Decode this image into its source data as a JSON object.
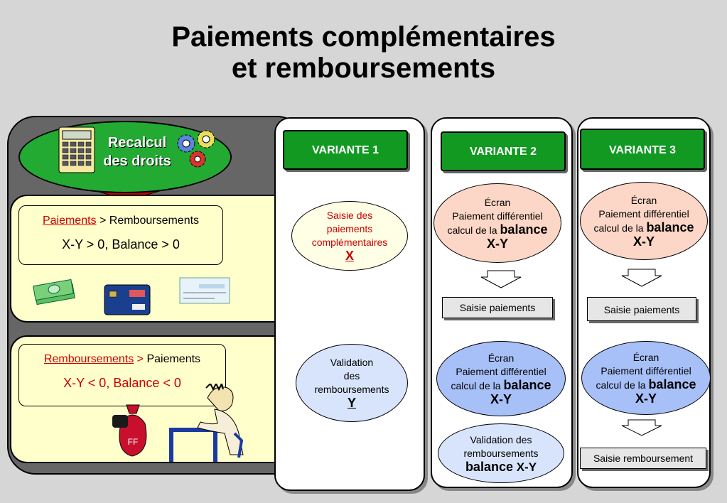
{
  "title": {
    "line1": "Paiements complémentaires",
    "line2": "et remboursements"
  },
  "recalc": {
    "line1": "Recalcul",
    "line2": "des droits"
  },
  "left": {
    "payments_rule": {
      "word1": "Paiements",
      "sep": " > ",
      "word2": "Remboursements",
      "formula": "X-Y > 0, Balance > 0"
    },
    "refunds_rule": {
      "word1": "Remboursements",
      "sep": " > ",
      "word2": "Paiements",
      "formula": "X-Y < 0, Balance < 0"
    },
    "bag_label": "FF"
  },
  "variant1": {
    "label": "VARIANTE 1",
    "saisie": {
      "l1": "Saisie des",
      "l2": "paiements",
      "l3": "complémentaires",
      "l4": "X"
    },
    "validation": {
      "l1": "Validation",
      "l2": "des",
      "l3": "remboursements",
      "l4": "Y"
    }
  },
  "variant2": {
    "label": "VARIANTE 2",
    "ecran1": {
      "l1": "Écran",
      "l2": "Paiement différentiel",
      "l3a": "calcul de la ",
      "l3b": "balance",
      "l4": "X-Y"
    },
    "btn": "Saisie paiements",
    "ecran2": {
      "l1": "Écran",
      "l2": "Paiement différentiel",
      "l3a": "calcul de la ",
      "l3b": "balance",
      "l4": "X-Y"
    },
    "validation": {
      "l1": "Validation des",
      "l2": "remboursements",
      "l3a": "balance",
      "l3b": " X-Y"
    }
  },
  "variant3": {
    "label": "VARIANTE 3",
    "ecran1": {
      "l1": "Écran",
      "l2": "Paiement différentiel",
      "l3a": "calcul de la ",
      "l3b": "balance",
      "l4": "X-Y"
    },
    "btn1": "Saisie paiements",
    "ecran2": {
      "l1": "Écran",
      "l2": "Paiement différentiel",
      "l3a": "calcul de la ",
      "l3b": "balance",
      "l4": "X-Y"
    },
    "btn2": "Saisie remboursement"
  },
  "colors": {
    "green": "#119922",
    "red": "#cc0000",
    "pink": "#fcd6c6",
    "blue": "#a8c0f8",
    "cream": "#ffffcc"
  }
}
